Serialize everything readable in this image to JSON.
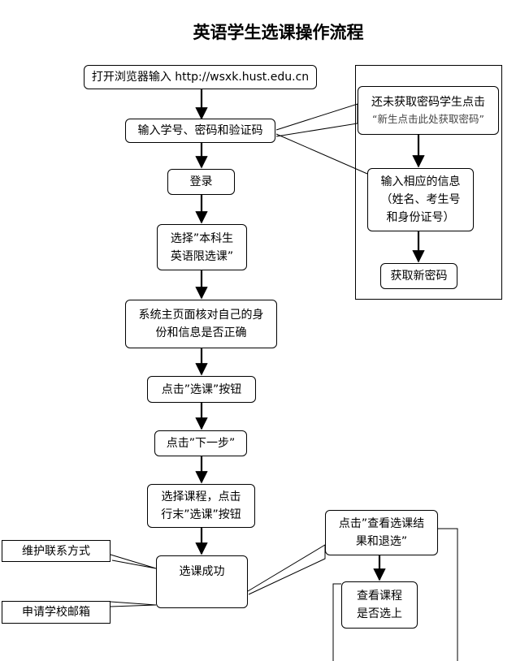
{
  "title": "英语学生选课操作流程",
  "nodes": {
    "open_browser": "打开浏览器输入 http://wsxk.hust.edu.cn",
    "enter_credentials": "输入学号、密码和验证码",
    "login": "登录",
    "select_course_l1": "选择”本科生",
    "select_course_l2": "英语限选课”",
    "verify_l1": "系统主页面核对自己的身",
    "verify_l2": "份和信息是否正确",
    "click_select": "点击”选课”按钮",
    "click_next": "点击”下一步”",
    "choose_l1": "选择课程，点击",
    "choose_l2": "行末”选课”按钮",
    "success": "选课成功",
    "maintain_contact": "维护联系方式",
    "apply_email": "申请学校邮箱",
    "no_password_l1": "还未获取密码学生点击",
    "no_password_hint": "“新生点击此处获取密码”",
    "info_l1": "输入相应的信息",
    "info_l2": "（姓名、考生号",
    "info_l3": "和身份证号）",
    "new_password": "获取新密码",
    "view_results_l1": "点击”查看选课结",
    "view_results_l2": "果和退选”",
    "check_l1": "查看课程",
    "check_l2": "是否选上"
  }
}
